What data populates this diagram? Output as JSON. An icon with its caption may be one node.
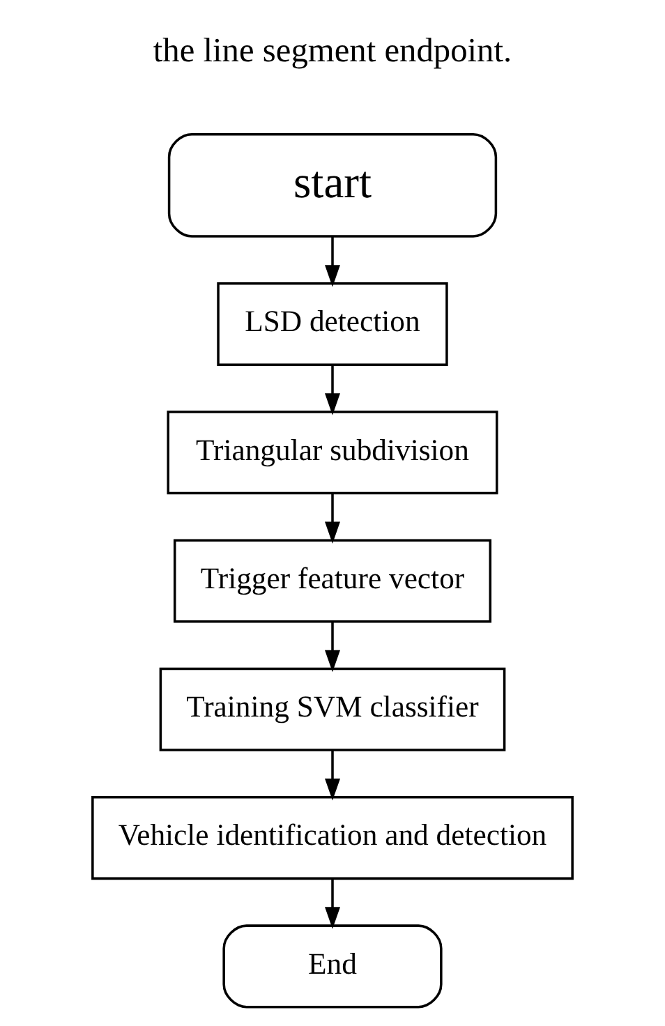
{
  "diagram": {
    "nodes": [
      {
        "text": [
          "start"
        ]
      },
      {
        "text": [
          "LSD detection"
        ]
      },
      {
        "text": [
          "Triangular subdivision"
        ]
      },
      {
        "text": [
          "Trigger feature vector"
        ]
      },
      {
        "text": [
          "Training SVM classifier"
        ]
      },
      {
        "text": [
          "Vehicle identification and detection"
        ]
      },
      {
        "text": [
          "End"
        ]
      }
    ],
    "edges": [
      {
        "from": 0,
        "to": 1,
        "arrow": "to"
      },
      {
        "from": 1,
        "to": 2,
        "arrow": "to"
      },
      {
        "from": 2,
        "to": 3,
        "arrow": "to"
      },
      {
        "from": 3,
        "to": 4,
        "arrow": "to"
      },
      {
        "from": 4,
        "to": 5,
        "arrow": "to"
      },
      {
        "from": 5,
        "to": 6,
        "arrow": "to"
      }
    ],
    "labels": [
      "the line segment endpoint."
    ]
  }
}
